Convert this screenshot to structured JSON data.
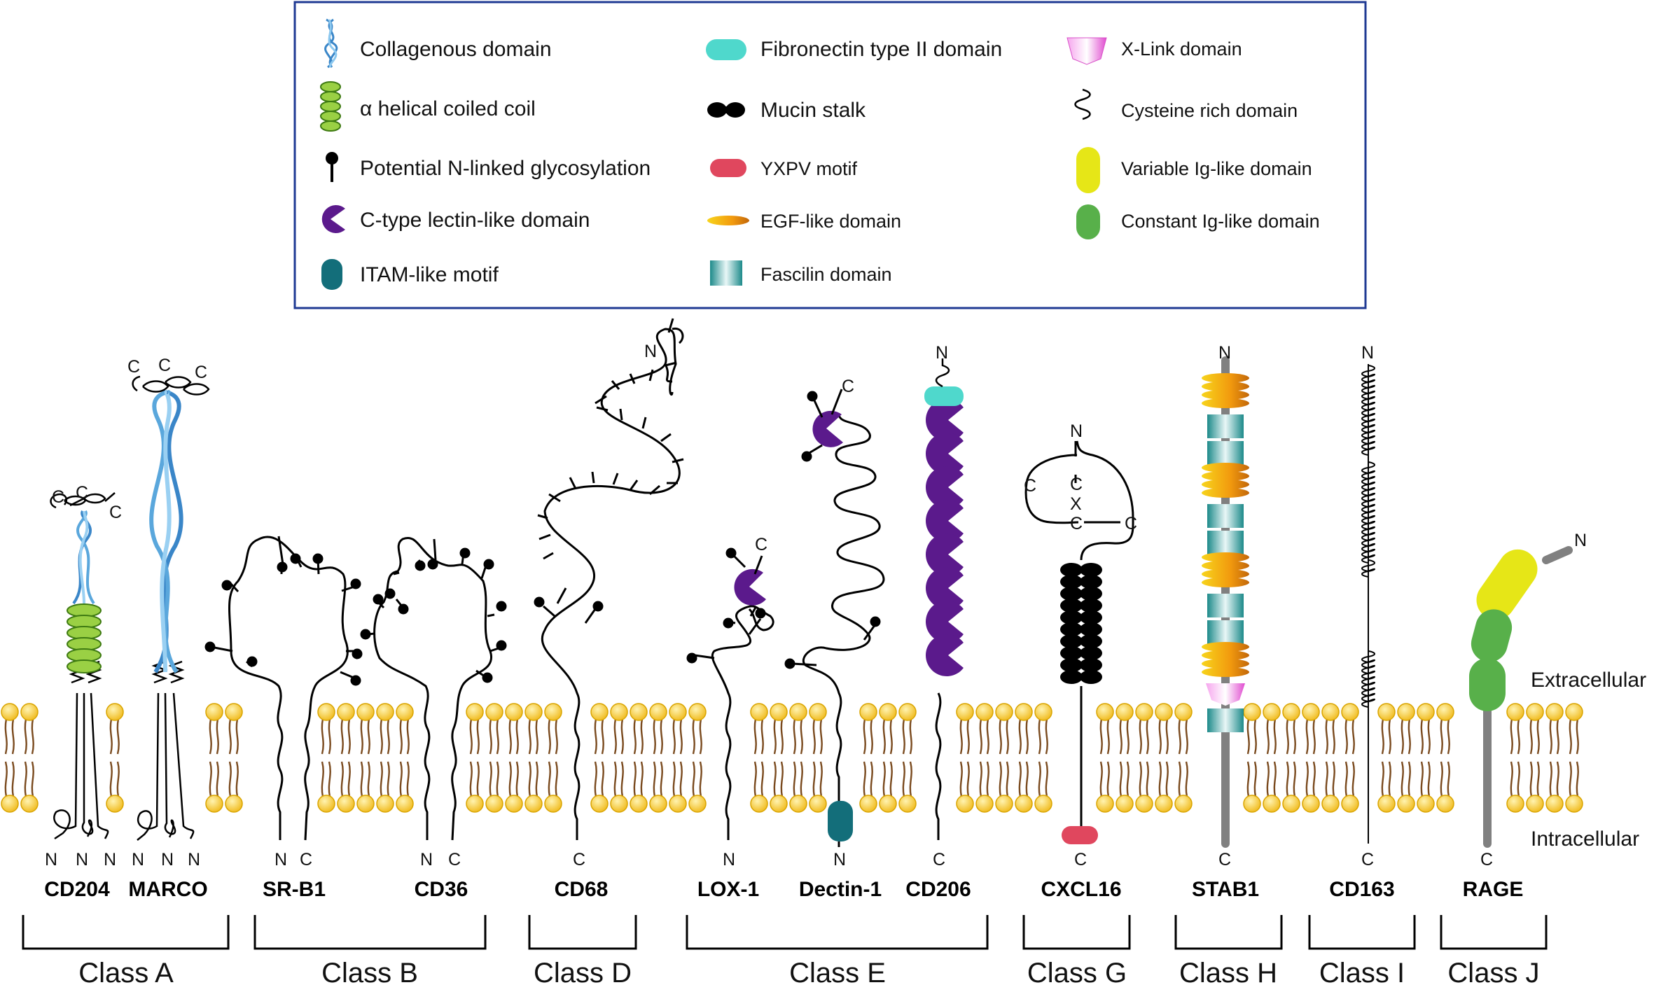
{
  "legend": {
    "items": [
      {
        "key": "collagenous",
        "label": "Collagenous domain",
        "icon": "collagen-triple-helix-icon"
      },
      {
        "key": "coiled_coil",
        "label": "α helical coiled coil",
        "icon": "green-coil-icon"
      },
      {
        "key": "glyco",
        "label": "Potential N-linked glycosylation",
        "icon": "lollipop-icon"
      },
      {
        "key": "lectin",
        "label": "C-type lectin-like domain",
        "icon": "purple-pacman-icon"
      },
      {
        "key": "itam",
        "label": "ITAM-like motif",
        "icon": "teal-capsule-icon"
      },
      {
        "key": "fibronectin",
        "label": "Fibronectin type II domain",
        "icon": "turquoise-capsule-icon"
      },
      {
        "key": "mucin",
        "label": "Mucin stalk",
        "icon": "black-dumbbell-icon"
      },
      {
        "key": "yxpv",
        "label": "YXPV motif",
        "icon": "pink-capsule-icon"
      },
      {
        "key": "egf",
        "label": "EGF-like domain",
        "icon": "orange-spindle-icon"
      },
      {
        "key": "fascilin",
        "label": "Fascilin domain",
        "icon": "teal-cylinder-icon"
      },
      {
        "key": "xlink",
        "label": "X-Link domain",
        "icon": "pink-pentagon-icon"
      },
      {
        "key": "cysteine",
        "label": "Cysteine rich domain",
        "icon": "squiggle-icon"
      },
      {
        "key": "var_ig",
        "label": "Variable Ig-like domain",
        "icon": "yellow-oval-icon"
      },
      {
        "key": "const_ig",
        "label": "Constant  Ig-like domain",
        "icon": "green-oval-icon"
      }
    ]
  },
  "membrane": {
    "extracellular": "Extracellular",
    "intracellular": "Intracellular"
  },
  "receptors": [
    "CD204",
    "MARCO",
    "SR-B1",
    "CD36",
    "CD68",
    "LOX-1",
    "Dectin-1",
    "CD206",
    "CXCL16",
    "STAB1",
    "CD163",
    "RAGE"
  ],
  "classes": [
    "Class A",
    "Class B",
    "Class D",
    "Class E",
    "Class G",
    "Class H",
    "Class I",
    "Class J"
  ],
  "terminals": {
    "n": "N",
    "c": "C",
    "x": "X"
  },
  "colors": {
    "collagen": "#5aa7dc",
    "coil": "#8cc63f",
    "lectin": "#5b1a8c",
    "itam": "#136e7a",
    "fibronectin": "#4fd8cc",
    "mucin": "#000000",
    "yxpv": "#e0475e",
    "egf": "#f29a0e",
    "fascilin": "#2a9a9a",
    "xlink": "#ee66dd",
    "var_ig": "#e6e617",
    "const_ig": "#58b04a",
    "lipid_head": "#fbd34a",
    "lipid_tail": "#7a4a1e",
    "stalk": "#808080",
    "legend_border": "#1f3a93"
  }
}
